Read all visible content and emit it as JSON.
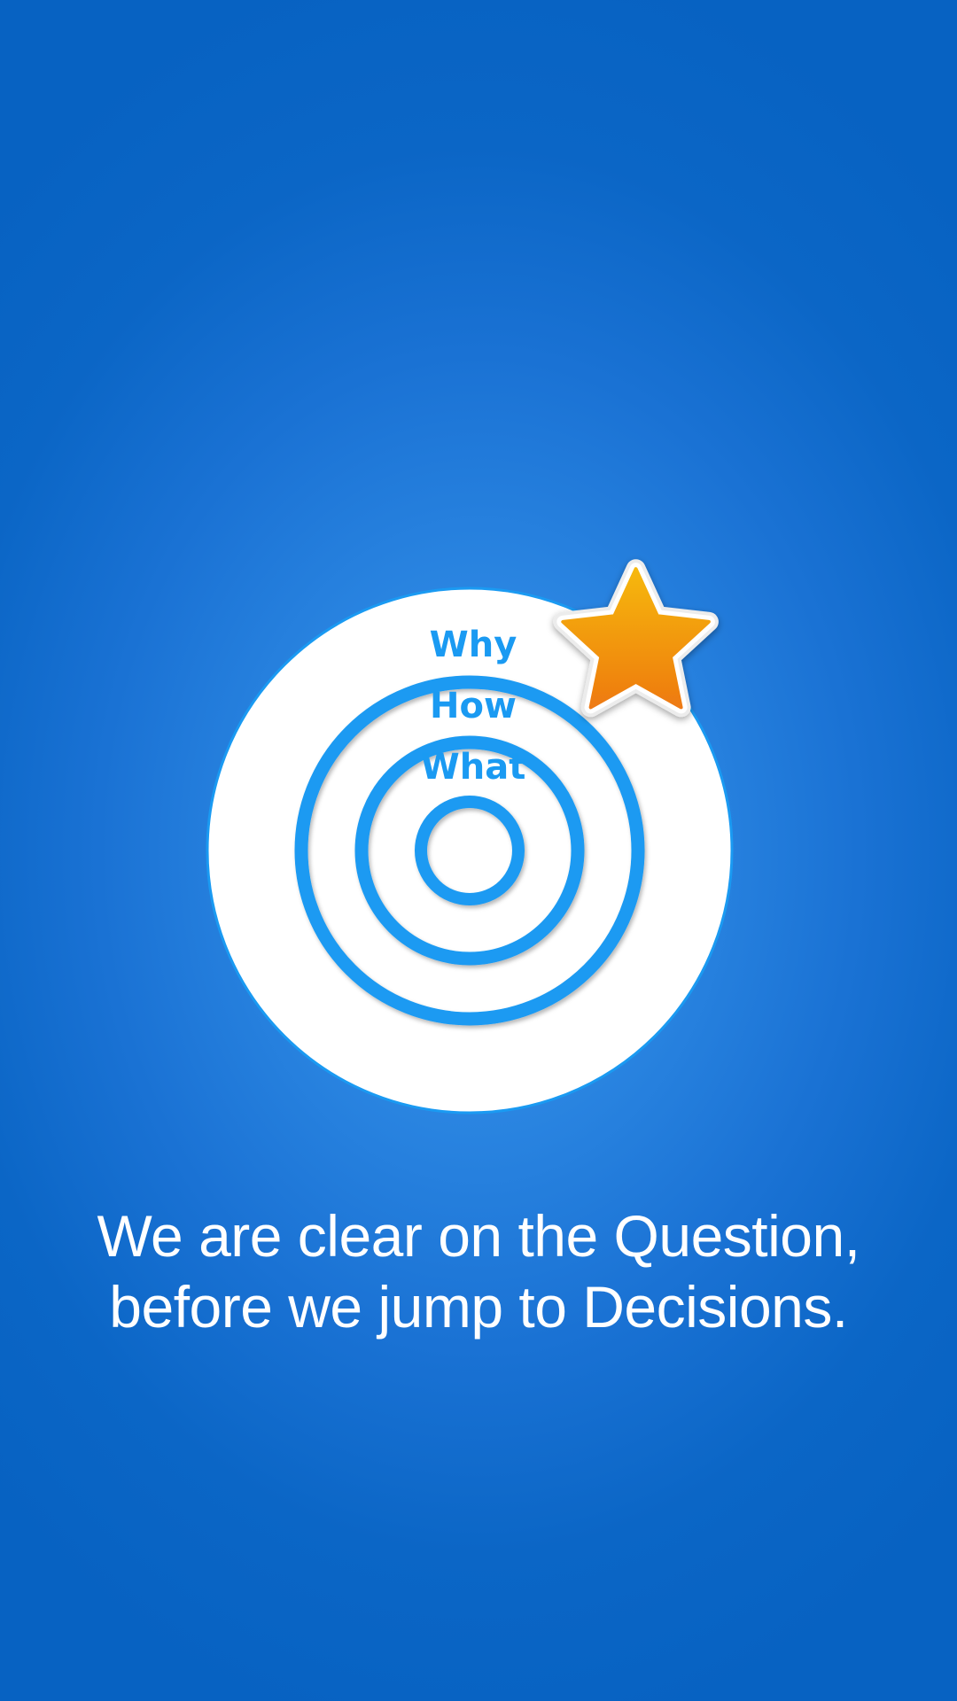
{
  "graphic": {
    "labels": {
      "outer": "Why",
      "middle": "How",
      "inner": "What"
    },
    "icons": {
      "target": "target-icon",
      "badge": "star-icon"
    },
    "colors": {
      "background": "#0b66c6",
      "ring": "#1a9af2",
      "disc": "#ffffff",
      "star_top": "#f6b80a",
      "star_bottom": "#ee7a12"
    }
  },
  "tagline": {
    "line1": "We are clear on the Question,",
    "line2": "before we jump to Decisions."
  }
}
